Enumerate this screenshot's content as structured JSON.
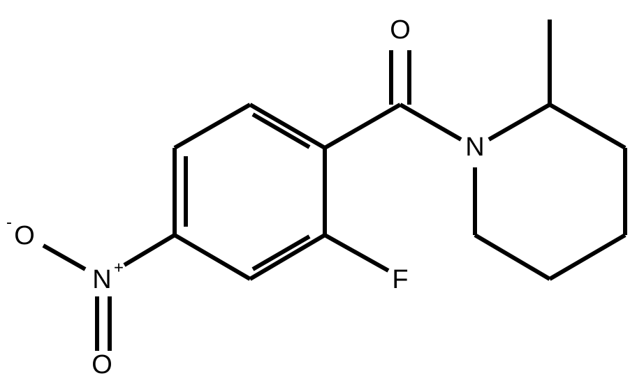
{
  "molecule": {
    "atoms": {
      "oxygen_carbonyl": "O",
      "nitrogen_ring": "N",
      "fluorine": "F",
      "nitrogen_nitro": "N",
      "nitro_plus": "+",
      "oxygen_nitro_top": "O",
      "nitro_minus": "-",
      "oxygen_nitro_bottom": "O"
    }
  }
}
